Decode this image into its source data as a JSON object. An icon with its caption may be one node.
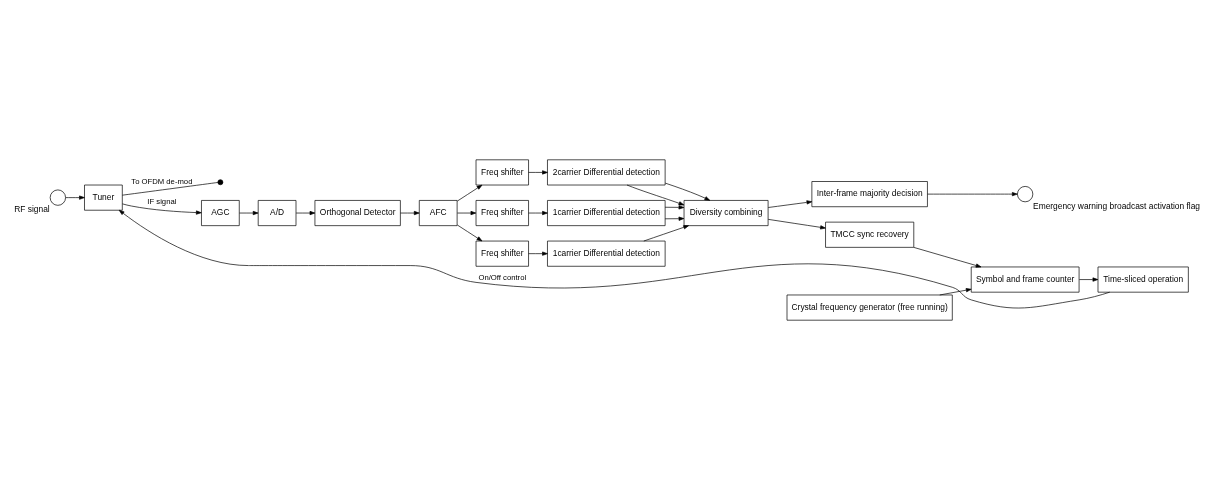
{
  "diagram": {
    "nodes": [
      {
        "text": [],
        "shape": "circle",
        "beside": [
          "RF signal"
        ]
      },
      {
        "text": [
          "Tuner"
        ]
      },
      {
        "text": [],
        "shape": "dot"
      },
      {
        "text": [
          "AGC"
        ]
      },
      {
        "text": [
          "A/D"
        ]
      },
      {
        "text": [
          "Orthogonal Detector"
        ]
      },
      {
        "text": [
          "AFC"
        ]
      },
      {
        "text": [
          "Freq shifter"
        ]
      },
      {
        "text": [
          "Freq shifter"
        ]
      },
      {
        "text": [
          "Freq shifter"
        ]
      },
      {
        "text": [
          "2carrier Differential detection"
        ]
      },
      {
        "text": [
          "1carrier Differential detection"
        ]
      },
      {
        "text": [
          "1carrier Differential detection"
        ]
      },
      {
        "text": [
          "Diversity combining"
        ]
      },
      {
        "text": [
          "Inter-frame majority decision"
        ]
      },
      {
        "text": [],
        "shape": "circle",
        "beside": [
          "Emergency warning broadcast activation flag"
        ]
      },
      {
        "text": [
          "TMCC sync recovery"
        ]
      },
      {
        "text": [
          "Symbol and frame counter"
        ]
      },
      {
        "text": [
          "Time-sliced operation"
        ]
      },
      {
        "text": [
          "Crystal frequency generator (free running)"
        ]
      }
    ],
    "edges": [
      {
        "from": 0,
        "to": 1,
        "arrow": "to"
      },
      {
        "from": 1,
        "to": 2,
        "arrow": "none",
        "label": "To OFDM de-mod"
      },
      {
        "from": 1,
        "to": 3,
        "arrow": "to",
        "label": "IF signal"
      },
      {
        "from": 3,
        "to": 4,
        "arrow": "to"
      },
      {
        "from": 4,
        "to": 5,
        "arrow": "to"
      },
      {
        "from": 5,
        "to": 6,
        "arrow": "to"
      },
      {
        "from": 6,
        "to": 7,
        "arrow": "to"
      },
      {
        "from": 6,
        "to": 8,
        "arrow": "to"
      },
      {
        "from": 6,
        "to": 9,
        "arrow": "to"
      },
      {
        "from": 7,
        "to": 10,
        "arrow": "to"
      },
      {
        "from": 8,
        "to": 11,
        "arrow": "to"
      },
      {
        "from": 9,
        "to": 12,
        "arrow": "to"
      },
      {
        "from": 10,
        "to": 13,
        "arrow": "to"
      },
      {
        "from": 10,
        "to": 13,
        "arrow": "to"
      },
      {
        "from": 11,
        "to": 13,
        "arrow": "to"
      },
      {
        "from": 11,
        "to": 13,
        "arrow": "to"
      },
      {
        "from": 12,
        "to": 13,
        "arrow": "to"
      },
      {
        "from": 13,
        "to": 14,
        "arrow": "to"
      },
      {
        "from": 14,
        "to": 15,
        "arrow": "to"
      },
      {
        "from": 13,
        "to": 16,
        "arrow": "to"
      },
      {
        "from": 16,
        "to": 17,
        "arrow": "to"
      },
      {
        "from": 19,
        "to": 17,
        "arrow": "to"
      },
      {
        "from": 17,
        "to": 18,
        "arrow": "to"
      },
      {
        "from": 18,
        "to": 1,
        "arrow": "to",
        "label": "On/Off control"
      }
    ]
  }
}
